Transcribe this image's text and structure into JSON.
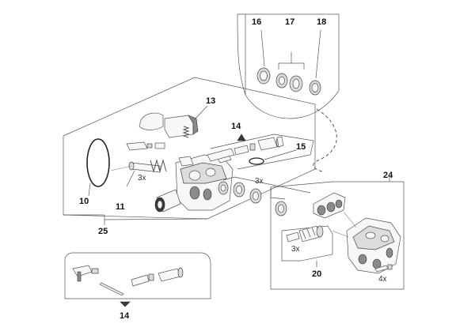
{
  "callouts": {
    "c10": "10",
    "c11": "11",
    "c13": "13",
    "c14_top": "14",
    "c14_bottom": "14",
    "c15": "15",
    "c16": "16",
    "c17": "17",
    "c18": "18",
    "c20": "20",
    "c24": "24",
    "c25": "25"
  },
  "quantities": {
    "q_piston": "3x",
    "q_seals": "3x",
    "q_valves": "3x",
    "q_bolts": "4x"
  }
}
